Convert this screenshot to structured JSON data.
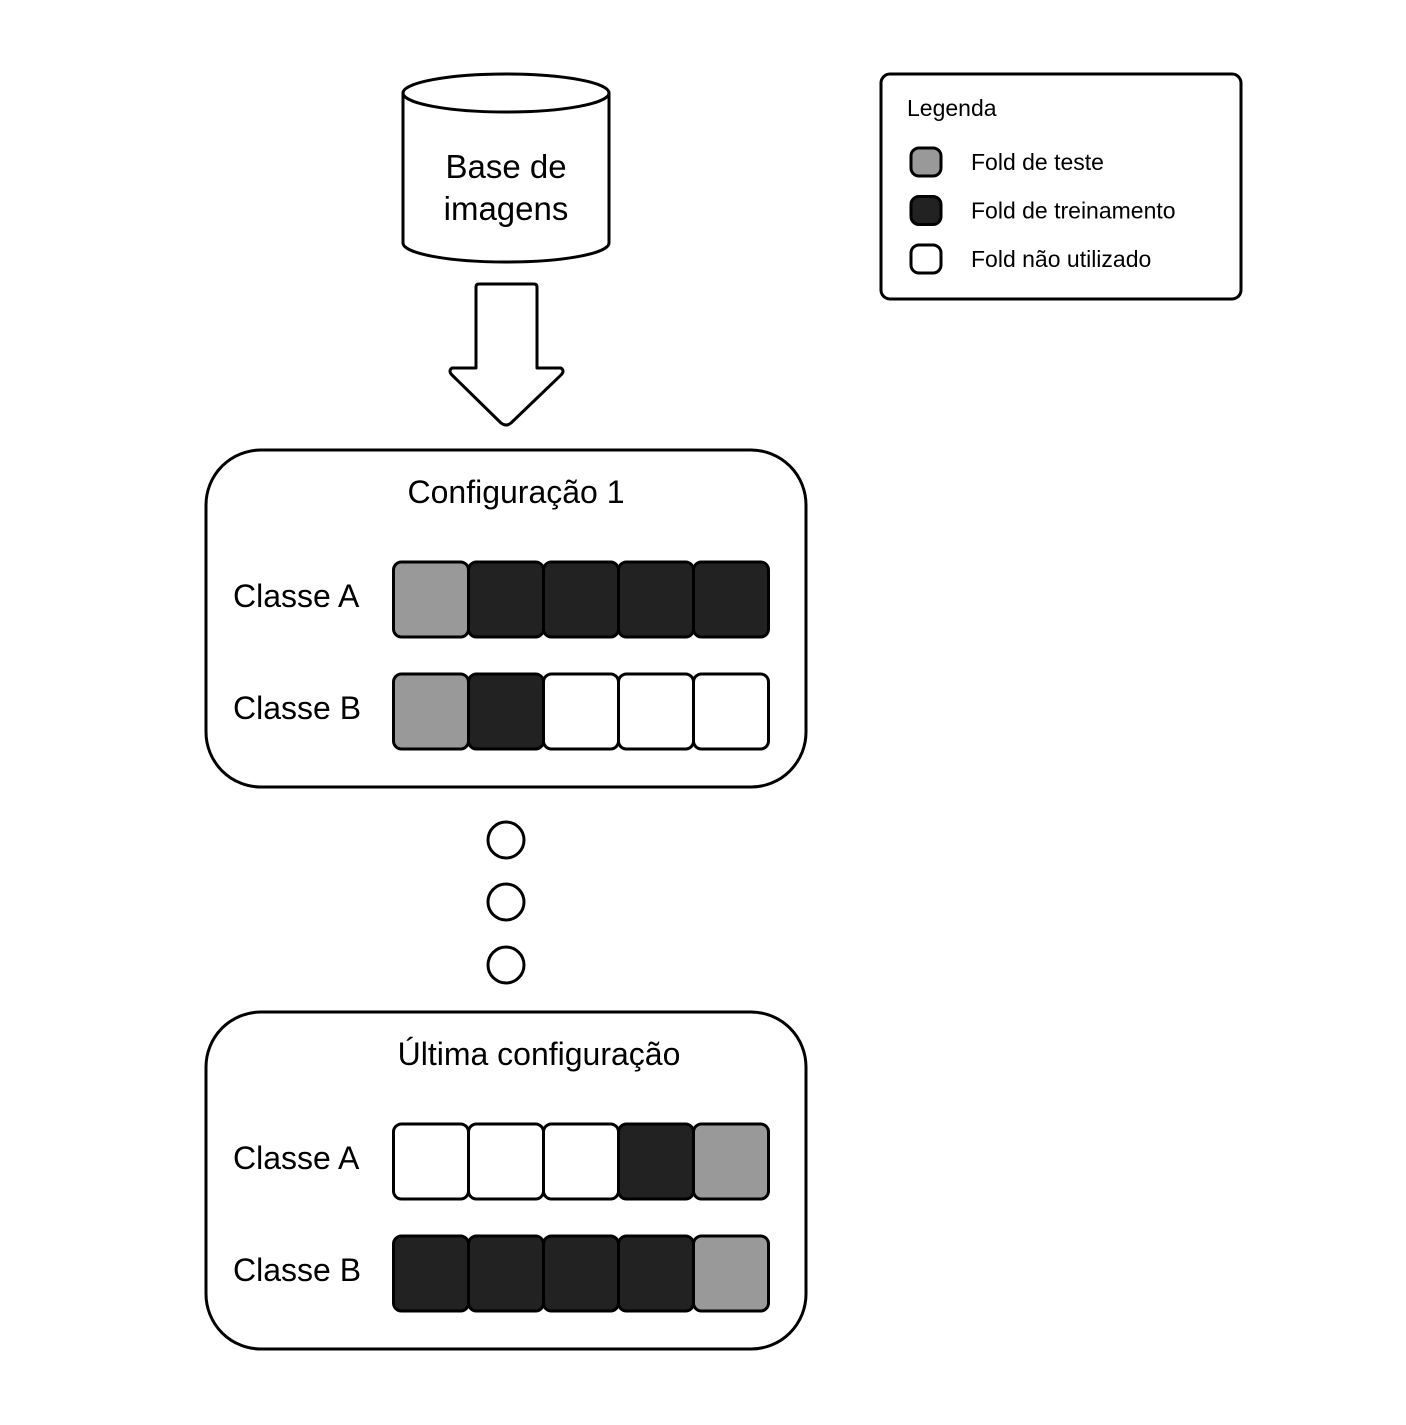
{
  "database": {
    "label_line1": "Base de",
    "label_line2": "imagens"
  },
  "legend": {
    "title": "Legenda",
    "items": [
      {
        "type": "test",
        "label": "Fold de teste"
      },
      {
        "type": "train",
        "label": "Fold de treinamento"
      },
      {
        "type": "unused",
        "label": "Fold não utilizado"
      }
    ]
  },
  "fold_colors": {
    "test": "#999999",
    "train": "#222222",
    "unused": "#ffffff"
  },
  "configurations": [
    {
      "title": "Configuração 1",
      "classes": [
        {
          "label": "Classe A",
          "folds": [
            "test",
            "train",
            "train",
            "train",
            "train"
          ]
        },
        {
          "label": "Classe B",
          "folds": [
            "test",
            "train",
            "unused",
            "unused",
            "unused"
          ]
        }
      ]
    },
    {
      "title": "Última configuração",
      "classes": [
        {
          "label": "Classe A",
          "folds": [
            "unused",
            "unused",
            "unused",
            "train",
            "test"
          ]
        },
        {
          "label": "Classe B",
          "folds": [
            "train",
            "train",
            "train",
            "train",
            "test"
          ]
        }
      ]
    }
  ]
}
